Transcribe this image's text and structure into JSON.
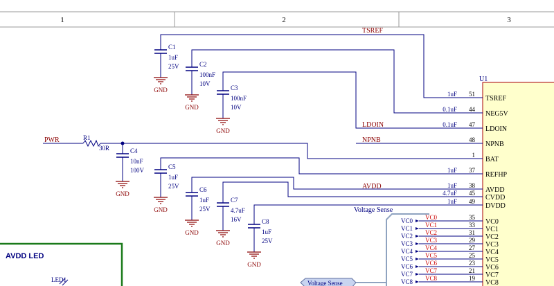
{
  "zones": [
    "1",
    "2",
    "3"
  ],
  "chip": {
    "ref": "U1"
  },
  "nets": {
    "tsref": "TSREF",
    "ldoin": "LDOIN",
    "npnb": "NPNB",
    "avdd": "AVDD",
    "pwr": "PWR",
    "voltage_sense": "Voltage Sense",
    "voltage_sense_port": "Voltage Sense"
  },
  "gnd": "GND",
  "resistor": {
    "ref": "R1",
    "value": "30R"
  },
  "capacitors": [
    {
      "ref": "C1",
      "value": "1uF",
      "rating": "25V"
    },
    {
      "ref": "C2",
      "value": "100nF",
      "rating": "10V"
    },
    {
      "ref": "C3",
      "value": "100nF",
      "rating": "10V"
    },
    {
      "ref": "C4",
      "value": "10nF",
      "rating": "100V"
    },
    {
      "ref": "C5",
      "value": "1uF",
      "rating": "25V"
    },
    {
      "ref": "C6",
      "value": "1uF",
      "rating": "25V"
    },
    {
      "ref": "C7",
      "value": "4.7uF",
      "rating": "16V"
    },
    {
      "ref": "C8",
      "value": "1uF",
      "rating": "25V"
    }
  ],
  "pins": [
    {
      "num": "51",
      "name": "TSREF",
      "note": "1uF"
    },
    {
      "num": "44",
      "name": "NEG5V",
      "note": "0.1uF"
    },
    {
      "num": "47",
      "name": "LDOIN",
      "note": "0.1uF"
    },
    {
      "num": "48",
      "name": "NPNB",
      "note": ""
    },
    {
      "num": "1",
      "name": "BAT",
      "note": ""
    },
    {
      "num": "37",
      "name": "REFHP",
      "note": "1uF"
    },
    {
      "num": "38",
      "name": "AVDD",
      "note": "1uF"
    },
    {
      "num": "45",
      "name": "CVDD",
      "note": "4.7uF"
    },
    {
      "num": "49",
      "name": "DVDD",
      "note": "1uF"
    },
    {
      "num": "35",
      "name": "VC0",
      "note": ""
    },
    {
      "num": "33",
      "name": "VC1",
      "note": ""
    },
    {
      "num": "31",
      "name": "VC2",
      "note": ""
    },
    {
      "num": "29",
      "name": "VC3",
      "note": ""
    },
    {
      "num": "27",
      "name": "VC4",
      "note": ""
    },
    {
      "num": "25",
      "name": "VC5",
      "note": ""
    },
    {
      "num": "23",
      "name": "VC6",
      "note": ""
    },
    {
      "num": "21",
      "name": "VC7",
      "note": ""
    },
    {
      "num": "19",
      "name": "VC8",
      "note": ""
    }
  ],
  "bus_entries": [
    "VC0",
    "VC1",
    "VC2",
    "VC3",
    "VC4",
    "VC5",
    "VC6",
    "VC7",
    "VC8"
  ],
  "sheet_block": {
    "title": "AVDD LED",
    "led_ref": "LED1"
  }
}
